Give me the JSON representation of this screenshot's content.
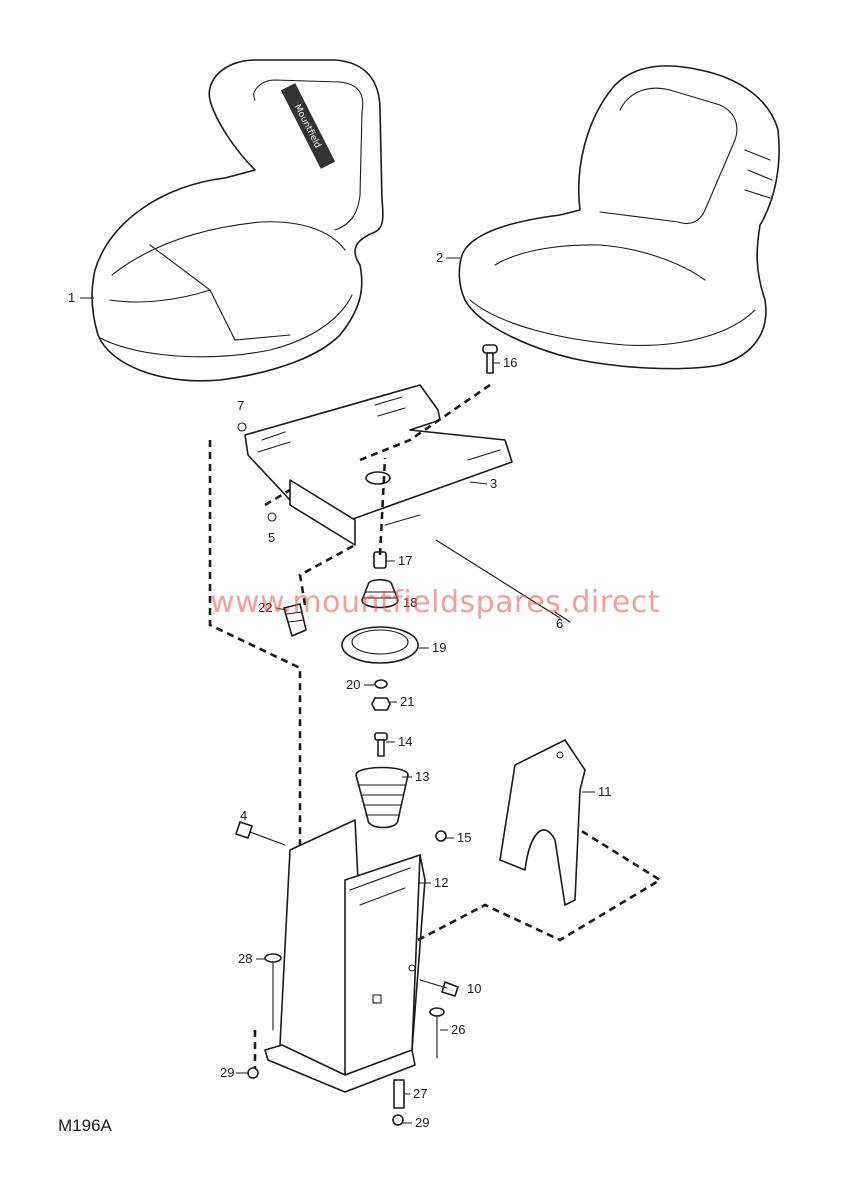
{
  "diagram": {
    "code": "M196A",
    "watermark": "www.mountfieldspares.direct",
    "brand_badge": "Mountfield",
    "callouts": [
      {
        "id": "c1",
        "label": "1"
      },
      {
        "id": "c2",
        "label": "2"
      },
      {
        "id": "c3",
        "label": "3"
      },
      {
        "id": "c4",
        "label": "4"
      },
      {
        "id": "c5",
        "label": "5"
      },
      {
        "id": "c6",
        "label": "6"
      },
      {
        "id": "c7",
        "label": "7"
      },
      {
        "id": "c10",
        "label": "10"
      },
      {
        "id": "c11",
        "label": "11"
      },
      {
        "id": "c12",
        "label": "12"
      },
      {
        "id": "c13",
        "label": "13"
      },
      {
        "id": "c14",
        "label": "14"
      },
      {
        "id": "c15",
        "label": "15"
      },
      {
        "id": "c16",
        "label": "16"
      },
      {
        "id": "c17",
        "label": "17"
      },
      {
        "id": "c18",
        "label": "18"
      },
      {
        "id": "c19",
        "label": "19"
      },
      {
        "id": "c20",
        "label": "20"
      },
      {
        "id": "c21",
        "label": "21"
      },
      {
        "id": "c22",
        "label": "22"
      },
      {
        "id": "c26",
        "label": "26"
      },
      {
        "id": "c27",
        "label": "27"
      },
      {
        "id": "c28",
        "label": "28"
      },
      {
        "id": "c29a",
        "label": "29"
      },
      {
        "id": "c29b",
        "label": "29"
      }
    ]
  }
}
